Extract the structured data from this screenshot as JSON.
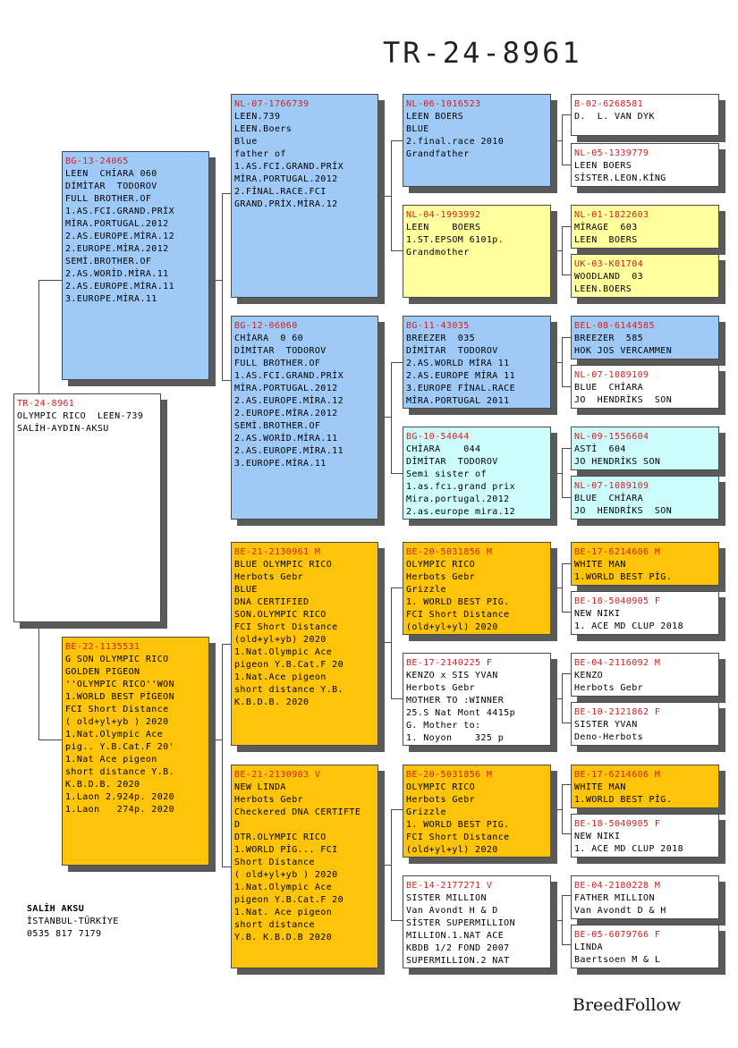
{
  "title": "TR-24-8961",
  "owner": {
    "name": "SALİH AKSU",
    "city": "İSTANBUL-TÜRKİYE",
    "phone": "0535 817 7179"
  },
  "brand": "BreedFollow",
  "subject": {
    "id": "TR-24-8961",
    "lines": [
      "OLYMPIC RICO  LEEN-739",
      "SALİH-AYDIN-AKSU"
    ]
  },
  "gen1": {
    "sire": {
      "id": "BG-13-24065",
      "color": "#9fcaf8",
      "lines": [
        "LEEN  CHİARA 060",
        "DİMİTAR  TODOROV",
        "FULL BROTHER.OF",
        "1.AS.FCI.GRAND.PRİX",
        "MİRA.PORTUGAL.2012",
        "2.AS.EUROPE.MİRA.12",
        "2.EUROPE.MİRA.2012",
        "SEMİ.BROTHER.OF",
        "2.AS.WORİD.MİRA.11",
        "2.AS.EUROPE.MİRA.11",
        "3.EUROPE.MİRA.11"
      ]
    },
    "dam": {
      "id": "BE-22-1135531",
      "color": "#fec40a",
      "lines": [
        "G SON OLYMPIC RICO",
        "GOLDEN PIGEON",
        "''OLYMPIC RICO''WON",
        "1.WORLD BEST PİGEON",
        "FCI Short Distance",
        "( old+yl+yb ) 2020",
        "1.Nat.Olympic Ace",
        "pig.. Y.B.Cat.F 20'",
        "1.Nat Ace pigeon",
        "short distance Y.B.",
        "K.B.D.B. 2020",
        "1.Laon 2.924p. 2020",
        "1.Laon   274p. 2020"
      ]
    }
  },
  "gen2": [
    {
      "id": "NL-07-1766739",
      "color": "#9fcaf8",
      "lines": [
        "LEEN.739",
        "LEEN.Boers",
        "Blue",
        "father of",
        "1.AS.FCI.GRAND.PRİX",
        "MİRA.PORTUGAL.2012",
        "2.FİNAL.RACE.FCI",
        "GRAND.PRİX.MİRA.12"
      ]
    },
    {
      "id": "BG-12-06060",
      "color": "#9fcaf8",
      "lines": [
        "CHİARA  0 60",
        "DİMİTAR  TODOROV",
        "FULL BROTHER.OF",
        "1.AS.FCI.GRAND.PRİX",
        "MİRA.PORTUGAL.2012",
        "2.AS.EUROPE.MİRA.12",
        "2.EUROPE.MİRA.2012",
        "SEMİ.BROTHER.OF",
        "2.AS.WORİD.MİRA.11",
        "2.AS.EUROPE.MİRA.11",
        "3.EUROPE.MİRA.11"
      ]
    },
    {
      "id": "BE-21-2130961 M",
      "color": "#fec40a",
      "lines": [
        "BLUE OLYMPIC RICO",
        "Herbots Gebr",
        "BLUE",
        "DNA CERTIFIED",
        "SON.OLYMPIC RICO",
        "FCI Short Distance",
        "(old+yl+yb) 2020",
        "1.Nat.Olympic Ace",
        "pigeon Y.B.Cat.F 20",
        "1.Nat.Ace pigeon",
        "short distance Y.B.",
        "K.B.D.B. 2020"
      ]
    },
    {
      "id": "BE-21-2130903 V",
      "color": "#fec40a",
      "lines": [
        "NEW LINDA",
        "Herbots Gebr",
        "Checkered DNA CERTIFTE",
        "D",
        "DTR.OLYMPIC RICO",
        "1.WORLD PİG... FCI",
        "Short Distance",
        "( old+yl+yb ) 2020",
        "1.Nat.Olympic Ace",
        "pigeon Y.B.Cat.F 20",
        "1.Nat. Ace pigeon",
        "short distance",
        "Y.B. K.B.D.B 2020"
      ]
    }
  ],
  "gen3": [
    {
      "id": "NL-06-1016523",
      "color": "#9fcaf8",
      "lines": [
        "LEEN BOERS",
        "BLUE",
        "2.final.race 2010",
        "Grandfather"
      ]
    },
    {
      "id": "NL-04-1993992",
      "color": "#ffff9e",
      "lines": [
        "LEEN    BOERS",
        "1.ST.EPSOM 6101p.",
        "Grandmother"
      ]
    },
    {
      "id": "BG-11-43035",
      "color": "#9fcaf8",
      "lines": [
        "BREEZER  035",
        "DİMİTAR  TODOROV",
        "2.AS.WORLD MİRA 11",
        "2.AS.EUROPE MİRA 11",
        "3.EUROPE FİNAL.RACE",
        "MİRA.PORTUGAL 2011"
      ]
    },
    {
      "id": "BG-10-54044",
      "color": "#ccfcfc",
      "lines": [
        "CHİARA    044",
        "DİMİTAR  TODOROV",
        "Semi sister of",
        "1.as.fcı.grand prix",
        "Mira.portugal.2012",
        "2.as.europe mira.12"
      ]
    },
    {
      "id": "BE-20-5031856 M",
      "color": "#fec40a",
      "lines": [
        "OLYMPIC RICO",
        "Herbots Gebr",
        "Grizzle",
        "1. WORLD BEST PIG.",
        "FCI Short Distance",
        "(old+yl+yl) 2020"
      ]
    },
    {
      "id": "BE-17-2140225 F",
      "color": "#ffffff",
      "lines": [
        "KENZO x SIS YVAN",
        "Herbots Gebr",
        "MOTHER TO :WINNER",
        "25.S Nat Mont 4415p",
        "G. Mother to:",
        "1. Noyon    325 p"
      ]
    },
    {
      "id": "BE-20-5031856 M",
      "color": "#fec40a",
      "lines": [
        "OLYMPIC RICO",
        "Herbots Gebr",
        "Grizzle",
        "1. WORLD BEST PIG.",
        "FCI Short Distance",
        "(old+yl+yl) 2020"
      ]
    },
    {
      "id": "BE-14-2177271 V",
      "color": "#ffffff",
      "lines": [
        "SISTER MILLION",
        "Van Avondt H & D",
        "SİSTER SUPERMILLION",
        "MILLION.1.NAT ACE",
        "KBDB 1/2 FOND 2007",
        "SUPERMILLION.2 NAT"
      ]
    }
  ],
  "gen4": [
    {
      "id": "B-02-6268581",
      "color": "#ffffff",
      "lines": [
        "D.  L. VAN DYK"
      ]
    },
    {
      "id": "NL-05-1339779",
      "color": "#ffffff",
      "lines": [
        "LEEN BOERS",
        "SİSTER.LEON.KİNG"
      ]
    },
    {
      "id": "NL-01-1822603",
      "color": "#ffff9e",
      "lines": [
        "MİRAGE  603",
        "LEEN  BOERS"
      ]
    },
    {
      "id": "UK-03-K01704",
      "color": "#ffff9e",
      "lines": [
        "WOODLAND  03",
        "LEEN.BOERS"
      ]
    },
    {
      "id": "BEL-08-6144585",
      "color": "#9fcaf8",
      "lines": [
        "BREEZER  585",
        "HOK JOS VERCAMMEN"
      ]
    },
    {
      "id": "NL-07-1089109",
      "color": "#ffffff",
      "lines": [
        "BLUE  CHİARA",
        "JO  HENDRİKS  SON"
      ]
    },
    {
      "id": "NL-09-1556604",
      "color": "#ccfcfc",
      "lines": [
        "ASTİ  604",
        "JO HENDRİKS SON"
      ]
    },
    {
      "id": "NL-07-1089109",
      "color": "#ccfcfc",
      "lines": [
        "BLUE  CHİARA",
        "JO  HENDRİKS  SON"
      ]
    },
    {
      "id": "BE-17-6214606 M",
      "color": "#fec40a",
      "lines": [
        "WHITE MAN",
        "1.WORLD BEST PİG."
      ]
    },
    {
      "id": "BE-18-5040905 F",
      "color": "#ffffff",
      "lines": [
        "NEW NIKI",
        "1. ACE MD CLUP 2018"
      ]
    },
    {
      "id": "BE-04-2116092 M",
      "color": "#ffffff",
      "lines": [
        "KENZO",
        "Herbots Gebr"
      ]
    },
    {
      "id": "BE-10-2121862 F",
      "color": "#ffffff",
      "lines": [
        "SISTER YVAN",
        "Deno-Herbots"
      ]
    },
    {
      "id": "BE-17-6214606 M",
      "color": "#fec40a",
      "lines": [
        "WHITE MAN",
        "1.WORLD BEST PİG."
      ]
    },
    {
      "id": "BE-18-5040905 F",
      "color": "#ffffff",
      "lines": [
        "NEW NIKI",
        "1. ACE MD CLUP 2018"
      ]
    },
    {
      "id": "BE-04-2180228 M",
      "color": "#ffffff",
      "lines": [
        "FATHER MILLION",
        "Van Avondt D & H"
      ]
    },
    {
      "id": "BE-05-6079766 F",
      "color": "#ffffff",
      "lines": [
        "LINDA",
        "Baertsoen M & L"
      ]
    }
  ]
}
